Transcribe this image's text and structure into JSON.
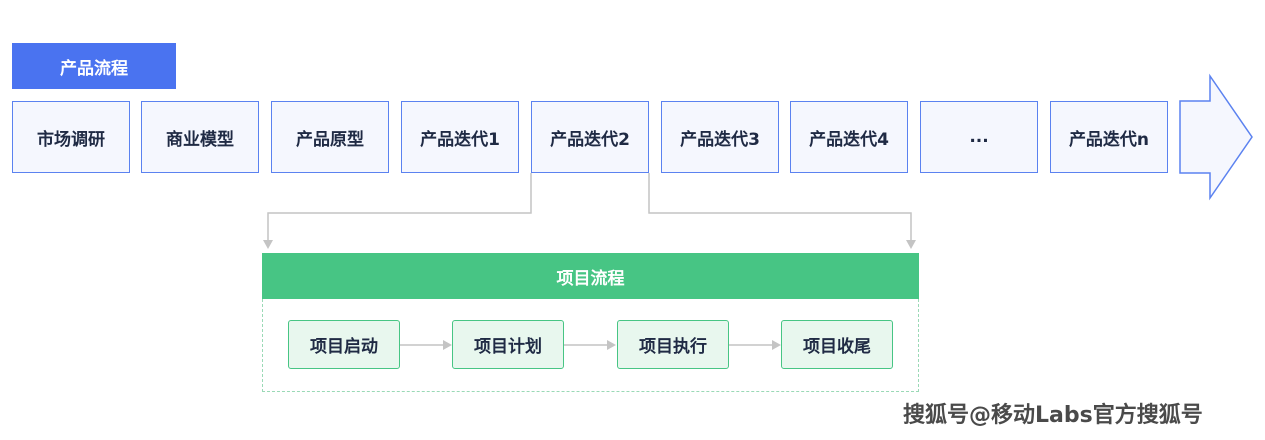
{
  "product_flow": {
    "title": "产品流程",
    "stages": [
      "市场调研",
      "商业模型",
      "产品原型",
      "产品迭代1",
      "产品迭代2",
      "产品迭代3",
      "产品迭代4",
      "...",
      "产品迭代n"
    ]
  },
  "project_flow": {
    "title": "项目流程",
    "steps": [
      "项目启动",
      "项目计划",
      "项目执行",
      "项目收尾"
    ]
  },
  "watermark": "搜狐号@移动Labs官方搜狐号",
  "colors": {
    "product_blue": "#4a73f0",
    "stage_border": "#5b82f0",
    "stage_fill": "#f5f7fe",
    "project_green": "#47c584",
    "step_fill": "#e8f7ee",
    "arrow_gray": "#c4c4c4"
  }
}
